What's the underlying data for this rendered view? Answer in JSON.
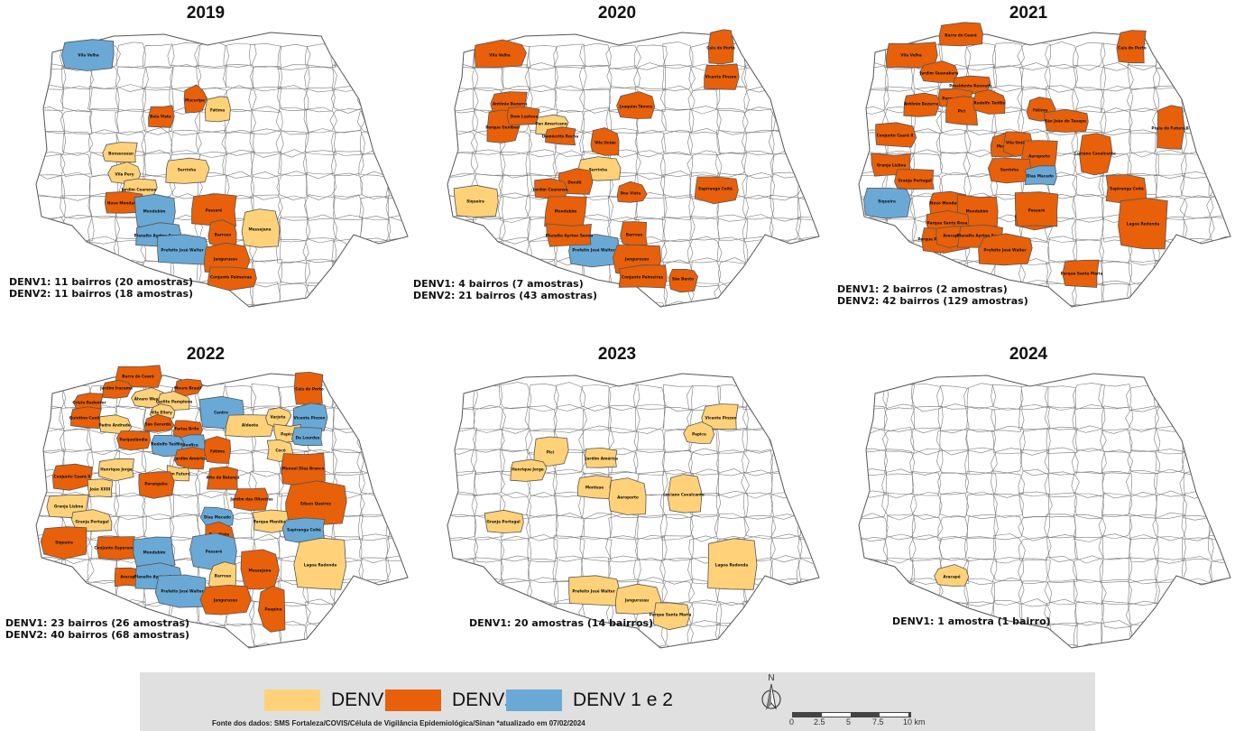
{
  "colors": {
    "denv1": "#ffd27a",
    "denv2": "#e8600a",
    "both": "#6aa9d6",
    "none": "#ffffff",
    "border": "#555555"
  },
  "panels": [
    {
      "year": "2019",
      "stats": [
        "DENV1: 11 bairros (20 amostras)",
        "DENV2: 11 bairros (18 amostras)"
      ],
      "regions": [
        {
          "name": "Vila Velha",
          "c": "both"
        },
        {
          "name": "Mucuripe",
          "c": "denv2"
        },
        {
          "name": "Fátima",
          "c": "denv1"
        },
        {
          "name": "Bela Vista",
          "c": "denv2"
        },
        {
          "name": "Bonsucesso",
          "c": "denv1"
        },
        {
          "name": "Vila Pery",
          "c": "denv1"
        },
        {
          "name": "Jardim Cearense",
          "c": "denv1"
        },
        {
          "name": "Novo Mondubim",
          "c": "denv2"
        },
        {
          "name": "Serrinha",
          "c": "denv1"
        },
        {
          "name": "Passaré",
          "c": "denv2"
        },
        {
          "name": "Barroso",
          "c": "denv2"
        },
        {
          "name": "Messejana",
          "c": "denv1"
        },
        {
          "name": "Mondubim",
          "c": "both"
        },
        {
          "name": "Planalto Ayrton Senna",
          "c": "both"
        },
        {
          "name": "Prefeito José Walter",
          "c": "both"
        },
        {
          "name": "Jangurussu",
          "c": "denv2"
        },
        {
          "name": "Conjunto Palmeiras",
          "c": "denv2"
        }
      ]
    },
    {
      "year": "2020",
      "stats": [
        "DENV1: 4 bairros (7 amostras)",
        "DENV2: 21 bairros (43 amostras)"
      ],
      "regions": [
        {
          "name": "Vila Velha",
          "c": "denv2"
        },
        {
          "name": "Cais do Porto",
          "c": "denv2"
        },
        {
          "name": "Vicente Pinzon",
          "c": "denv2"
        },
        {
          "name": "Antônio Bezerra",
          "c": "denv2"
        },
        {
          "name": "Joaquim Távora",
          "c": "denv2"
        },
        {
          "name": "Parque Genibaú",
          "c": "denv2"
        },
        {
          "name": "Dom Lustosa",
          "c": "denv2"
        },
        {
          "name": "Pan Americano",
          "c": "denv1"
        },
        {
          "name": "Demócrito Rocha",
          "c": "denv2"
        },
        {
          "name": "Vila União",
          "c": "denv2"
        },
        {
          "name": "Serrinha",
          "c": "denv1"
        },
        {
          "name": "Siqueira",
          "c": "denv1"
        },
        {
          "name": "Dendê",
          "c": "denv2"
        },
        {
          "name": "Jardim Cearense",
          "c": "denv2"
        },
        {
          "name": "Boa Vista",
          "c": "denv2"
        },
        {
          "name": "Sapiranga Coité",
          "c": "denv2"
        },
        {
          "name": "Mondubim",
          "c": "denv2"
        },
        {
          "name": "Prefeito José Walter",
          "c": "both"
        },
        {
          "name": "Planalto Ayrton Senna",
          "c": "denv2"
        },
        {
          "name": "Barroso",
          "c": "denv2"
        },
        {
          "name": "Jangurussu",
          "c": "denv2"
        },
        {
          "name": "Conjunto Palmeiras",
          "c": "denv2"
        },
        {
          "name": "São Bento",
          "c": "denv2"
        }
      ]
    },
    {
      "year": "2021",
      "stats": [
        "DENV1: 2 bairros (2 amostras)",
        "DENV2: 42 bairros (129 amostras)"
      ],
      "regions": [
        {
          "name": "Barra do Ceará",
          "c": "denv2"
        },
        {
          "name": "Vila Velha",
          "c": "denv2"
        },
        {
          "name": "Cais do Porto",
          "c": "denv2"
        },
        {
          "name": "Jardim Guanabara",
          "c": "denv2"
        },
        {
          "name": "Presidente Kennedy",
          "c": "denv2"
        },
        {
          "name": "Parquelândia",
          "c": "denv2"
        },
        {
          "name": "Antônio Bezerra",
          "c": "denv2"
        },
        {
          "name": "Pici",
          "c": "denv2"
        },
        {
          "name": "Rodolfo Teófilo",
          "c": "denv2"
        },
        {
          "name": "Fátima",
          "c": "denv2"
        },
        {
          "name": "São João do Tauape",
          "c": "denv2"
        },
        {
          "name": "Praia do Futuro II",
          "c": "denv2"
        },
        {
          "name": "Conjunto Ceará II",
          "c": "denv2"
        },
        {
          "name": "Montese",
          "c": "denv2"
        },
        {
          "name": "Vila União",
          "c": "denv2"
        },
        {
          "name": "Aeroporto",
          "c": "denv2"
        },
        {
          "name": "Luciano Cavalcante",
          "c": "denv2"
        },
        {
          "name": "Granja Lisboa",
          "c": "denv2"
        },
        {
          "name": "Granja Portugal",
          "c": "denv2"
        },
        {
          "name": "Serrinha",
          "c": "denv2"
        },
        {
          "name": "Dias Macedo",
          "c": "both"
        },
        {
          "name": "Siqueira",
          "c": "both"
        },
        {
          "name": "Sapiranga Coité",
          "c": "denv2"
        },
        {
          "name": "Novo Mondubim",
          "c": "denv2"
        },
        {
          "name": "Parque Dois Irmãos",
          "c": "denv2"
        },
        {
          "name": "Passaré",
          "c": "denv2"
        },
        {
          "name": "Lagoa Redonda",
          "c": "denv2"
        },
        {
          "name": "Mondubim",
          "c": "denv2"
        },
        {
          "name": "Parque Santa Rosa",
          "c": "denv2"
        },
        {
          "name": "Parque Presidente Vargas",
          "c": "denv2"
        },
        {
          "name": "Aracapé",
          "c": "denv2"
        },
        {
          "name": "Planalto Ayrton Senna",
          "c": "denv2"
        },
        {
          "name": "Prefeito José Walter",
          "c": "denv2"
        },
        {
          "name": "Parque Santa Maria",
          "c": "denv2"
        }
      ]
    },
    {
      "year": "2022",
      "stats": [
        "DENV1: 23 bairros (26 amostras)",
        "DENV2: 40 bairros (68 amostras)"
      ],
      "regions": [
        {
          "name": "Barra do Ceará",
          "c": "denv2"
        },
        {
          "name": "Cristo Redentor",
          "c": "denv2"
        },
        {
          "name": "Álvaro Weyne",
          "c": "denv1"
        },
        {
          "name": "Moura Brasil",
          "c": "denv2"
        },
        {
          "name": "Cais do Porto",
          "c": "denv2"
        },
        {
          "name": "Jardim Iracema",
          "c": "denv2"
        },
        {
          "name": "Quintino Cunha",
          "c": "denv2"
        },
        {
          "name": "Carlito Pamplona",
          "c": "denv1"
        },
        {
          "name": "Vila Ellery",
          "c": "denv1"
        },
        {
          "name": "Centro",
          "c": "both"
        },
        {
          "name": "Vicente Pinzon",
          "c": "both"
        },
        {
          "name": "Padre Andrade",
          "c": "denv1"
        },
        {
          "name": "São Gerardo",
          "c": "denv2"
        },
        {
          "name": "Farias Brito",
          "c": "denv2"
        },
        {
          "name": "Aldeota",
          "c": "denv1"
        },
        {
          "name": "Varjota",
          "c": "denv1"
        },
        {
          "name": "Papicu",
          "c": "denv1"
        },
        {
          "name": "De Lourdes",
          "c": "both"
        },
        {
          "name": "Parquelândia",
          "c": "denv2"
        },
        {
          "name": "Benfica",
          "c": "both"
        },
        {
          "name": "Rodolfo Teófilo",
          "c": "both"
        },
        {
          "name": "Cocó",
          "c": "denv1"
        },
        {
          "name": "Conjunto Ceará II",
          "c": "denv2"
        },
        {
          "name": "Henrique Jorge",
          "c": "denv1"
        },
        {
          "name": "João XXIII",
          "c": "denv1"
        },
        {
          "name": "Jardim América",
          "c": "denv2"
        },
        {
          "name": "Bom Futuro",
          "c": "denv1"
        },
        {
          "name": "Fátima",
          "c": "denv2"
        },
        {
          "name": "Manuel Dias Branco",
          "c": "denv2"
        },
        {
          "name": "Parangaba",
          "c": "denv2"
        },
        {
          "name": "Alto da Balança",
          "c": "denv2"
        },
        {
          "name": "Edson Queiroz",
          "c": "denv2"
        },
        {
          "name": "Granja Lisboa",
          "c": "denv1"
        },
        {
          "name": "Granja Portugal",
          "c": "denv1"
        },
        {
          "name": "Jardim das Oliveiras",
          "c": "denv2"
        },
        {
          "name": "Siqueira",
          "c": "denv2"
        },
        {
          "name": "Dias Macedo",
          "c": "both"
        },
        {
          "name": "Parque Manibura",
          "c": "denv1"
        },
        {
          "name": "Boa Vista",
          "c": "denv2"
        },
        {
          "name": "Sapiranga Coité",
          "c": "both"
        },
        {
          "name": "Conjunto Esperança",
          "c": "denv2"
        },
        {
          "name": "Mondubim",
          "c": "both"
        },
        {
          "name": "Passaré",
          "c": "both"
        },
        {
          "name": "Barroso",
          "c": "denv1"
        },
        {
          "name": "Lagoa Redonda",
          "c": "denv1"
        },
        {
          "name": "Aracapé",
          "c": "denv2"
        },
        {
          "name": "Planalto Ayrton Senna",
          "c": "both"
        },
        {
          "name": "Prefeito José Walter",
          "c": "both"
        },
        {
          "name": "Messejana",
          "c": "denv2"
        },
        {
          "name": "Jangurussu",
          "c": "denv2"
        },
        {
          "name": "Paupina",
          "c": "denv2"
        }
      ]
    },
    {
      "year": "2023",
      "stats": [
        "DENV1: 20 amostras (14 bairros)"
      ],
      "regions": [
        {
          "name": "Vicente Pinzon",
          "c": "denv1"
        },
        {
          "name": "Papicu",
          "c": "denv1"
        },
        {
          "name": "Pici",
          "c": "denv1"
        },
        {
          "name": "Jardim América",
          "c": "denv1"
        },
        {
          "name": "Henrique Jorge",
          "c": "denv1"
        },
        {
          "name": "Montese",
          "c": "denv1"
        },
        {
          "name": "Aeroporto",
          "c": "denv1"
        },
        {
          "name": "Luciano Cavalcante",
          "c": "denv1"
        },
        {
          "name": "Granja Portugal",
          "c": "denv1"
        },
        {
          "name": "Lagoa Redonda",
          "c": "denv1"
        },
        {
          "name": "Prefeito José Walter",
          "c": "denv1"
        },
        {
          "name": "Jangurussu",
          "c": "denv1"
        },
        {
          "name": "Parque Santa Maria",
          "c": "denv1"
        }
      ]
    },
    {
      "year": "2024",
      "stats": [
        "DENV1: 1 amostra (1 bairro)"
      ],
      "regions": [
        {
          "name": "Aracapé",
          "c": "denv1"
        }
      ]
    }
  ],
  "legend": [
    {
      "key": "denv1",
      "label": "DENV1"
    },
    {
      "key": "denv2",
      "label": "DENV2"
    },
    {
      "key": "both",
      "label": "DENV 1 e 2"
    }
  ],
  "source": "Fonte dos dados: SMS Fortaleza/COVIS/Célula de Vigilância Epidemiológica/Sinan *atualizado em 07/02/2024",
  "north_label": "N",
  "scale_labels": [
    "0",
    "2.5",
    "5",
    "7.5",
    "10 km"
  ]
}
